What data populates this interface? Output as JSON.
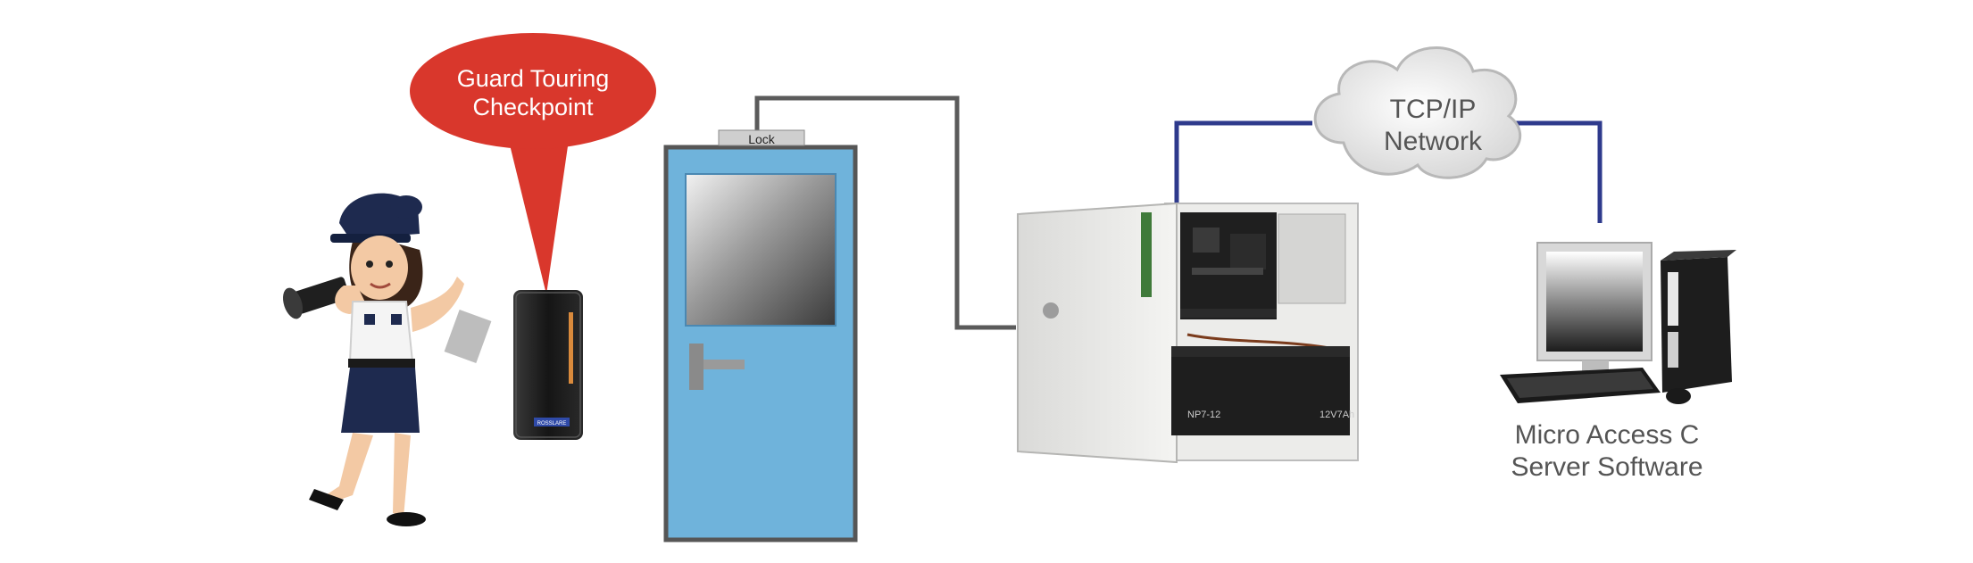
{
  "checkpoint": {
    "line1": "Guard Touring",
    "line2": "Checkpoint"
  },
  "door": {
    "lock_label": "Lock"
  },
  "cloud": {
    "line1": "TCP/IP",
    "line2": "Network"
  },
  "computer": {
    "line1": "Micro Access C",
    "line2": "Server Software"
  },
  "battery": {
    "model": "NP7-12",
    "rating": "12V7Ah"
  },
  "reader": {
    "badge": "ROSSLARE"
  },
  "colors": {
    "bubble": "#d9372c",
    "door": "#6fb3db",
    "network_line": "#2e3a8c",
    "lock_wire": "#5b5b5b",
    "background": "#ffffff"
  }
}
